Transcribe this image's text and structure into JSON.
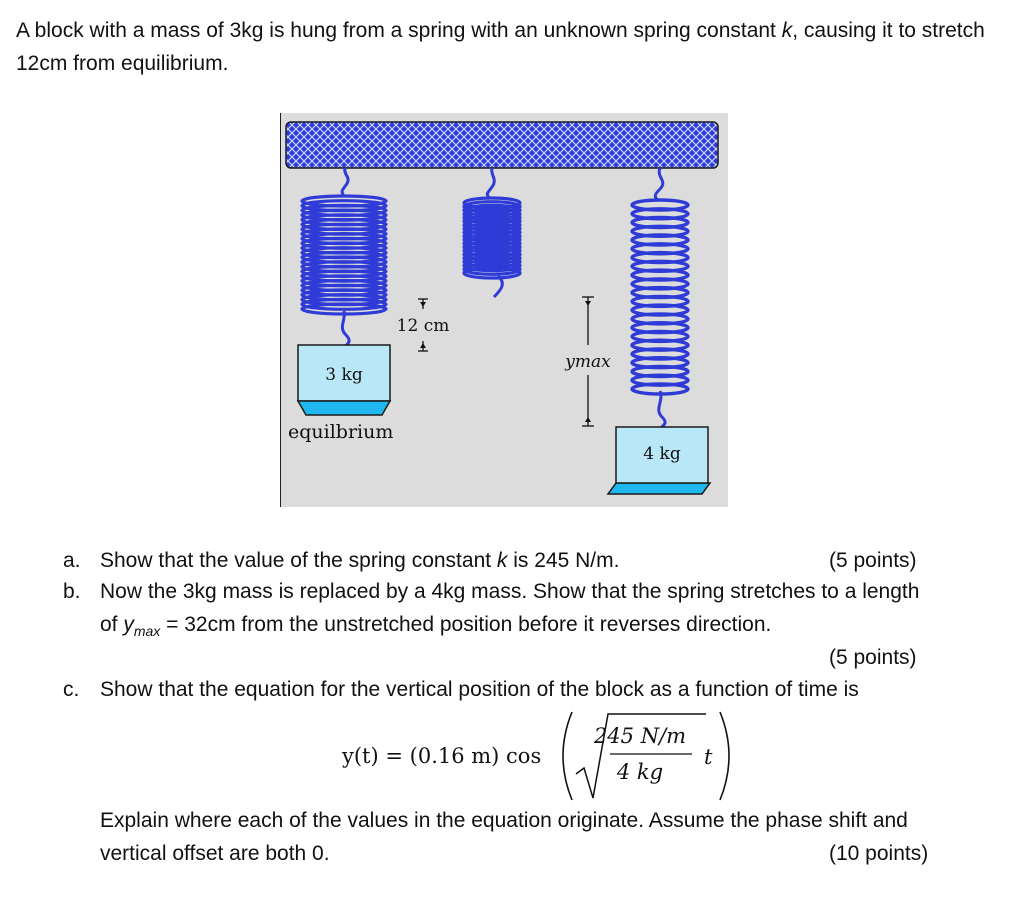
{
  "intro": {
    "part1": "A block with a mass of 3kg is hung from a spring with an unknown spring constant ",
    "k": "k",
    "part2": ", causing it to stretch 12cm from equilibrium."
  },
  "figure": {
    "label_12cm": "12 cm",
    "label_3kg": "3 kg",
    "label_equilibrium": "equilbrium",
    "label_ymax": "ymax",
    "label_4kg": "4 kg",
    "colors": {
      "background": "#dcdcdc",
      "spring": "#2f3bd6",
      "ceiling": "#2d3dd8",
      "block": "#b8e8f8",
      "base": "#20b8f0"
    }
  },
  "questions": [
    {
      "marker": "a.",
      "pre": "Show that the value of the spring constant ",
      "var": "k",
      "post": " is 245 N/m.",
      "points": "(5 points)"
    },
    {
      "marker": "b.",
      "line1": "Now the 3kg mass is replaced by a 4kg mass. Show that the spring stretches to a length",
      "line2_pre": "of ",
      "line2_var": "y",
      "line2_sub": "max",
      "line2_post": " = 32cm from the unstretched position before it reverses direction.",
      "points": "(5 points)"
    },
    {
      "marker": "c.",
      "line1": "Show that the equation for the vertical position of the block as a function of time is",
      "line2": "Explain where each of the values in the equation originate. Assume the phase shift and",
      "line3": "vertical offset are both 0.",
      "points": "(10 points)"
    }
  ],
  "equation": {
    "lhs": "y(t) = (0.16 m) cos",
    "numerator": "245 N/m",
    "denominator": "4 kg",
    "t": "t"
  }
}
